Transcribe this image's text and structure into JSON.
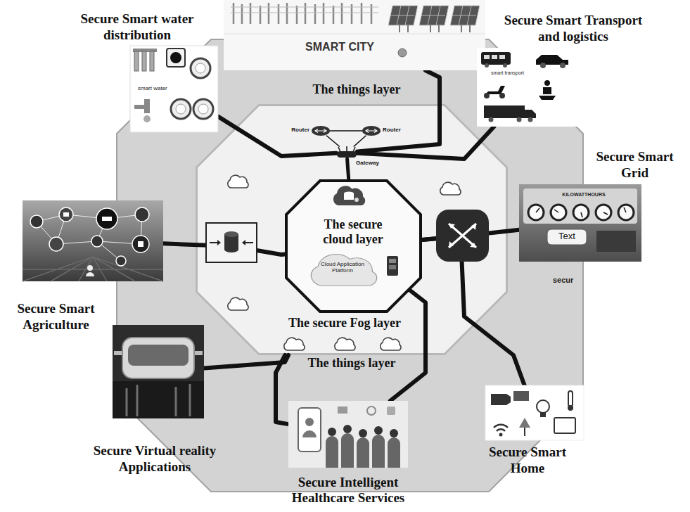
{
  "diagram": {
    "nodes": [
      {
        "text": [
          "Secure Smart water distribution",
          "smart water"
        ]
      },
      {
        "text": [
          "SMART CITY"
        ]
      },
      {
        "text": [
          "Secure Smart Transport and logistics",
          "smart transport"
        ]
      },
      {
        "text": [
          "The things layer",
          "The things layer"
        ]
      },
      {
        "text": [
          "The secure Fog layer"
        ],
        "in": 3
      },
      {
        "text": [
          "Router"
        ],
        "in": 4
      },
      {
        "text": [
          "Router"
        ],
        "in": 4
      },
      {
        "text": [
          "Gateway"
        ],
        "in": 4
      },
      {
        "text": [
          "The secure cloud layer",
          "Cloud Application Platform"
        ],
        "in": 4
      },
      {
        "text": [
          "Secure Smart Grid",
          "Text",
          "KILOWATTHOURS"
        ]
      },
      {
        "text": [
          "Secure Smart Agriculture"
        ]
      },
      {
        "text": [
          "Secure Virtual reality Applications"
        ]
      },
      {
        "text": [
          "Secure Intelligent Healthcare Services"
        ]
      },
      {
        "text": [
          "Secure Smart Home"
        ]
      }
    ],
    "edges": [
      {
        "from": 5,
        "to": 6,
        "arrow": "none"
      },
      {
        "from": 5,
        "to": 7,
        "arrow": "none"
      },
      {
        "from": 6,
        "to": 7,
        "arrow": "none"
      },
      {
        "from": 7,
        "to": 8,
        "arrow": "none"
      },
      {
        "from": 0,
        "to": 7,
        "arrow": "none"
      },
      {
        "from": 1,
        "to": 7,
        "arrow": "none"
      },
      {
        "from": 2,
        "to": 7,
        "arrow": "none"
      },
      {
        "from": 10,
        "to": 8,
        "arrow": "none"
      },
      {
        "from": 9,
        "to": 8,
        "arrow": "none"
      },
      {
        "from": 8,
        "to": 13,
        "arrow": "none"
      },
      {
        "from": 8,
        "to": 12,
        "arrow": "none"
      },
      {
        "from": 11,
        "to": 4,
        "arrow": "none"
      },
      {
        "from": 12,
        "to": 4,
        "arrow": "none"
      }
    ],
    "labels": [
      "secur"
    ]
  }
}
